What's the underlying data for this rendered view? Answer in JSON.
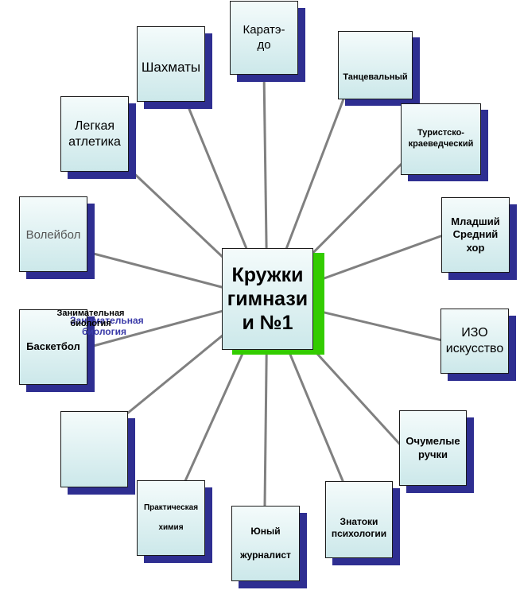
{
  "center": {
    "label": "Кружки\nгимнази\nи №1"
  },
  "nodes": [
    {
      "id": "karate",
      "label": "Каратэ-\nдо"
    },
    {
      "id": "dance",
      "label": "Танцевальный"
    },
    {
      "id": "tourist",
      "label": "Туристско-\nкраеведческий"
    },
    {
      "id": "choir",
      "label": "Младший\nСредний\nхор"
    },
    {
      "id": "art",
      "label": "ИЗО\nискусство"
    },
    {
      "id": "crafts",
      "label": "Очумелые\nручки"
    },
    {
      "id": "psychology",
      "label": "Знатоки\nпсихологии"
    },
    {
      "id": "journalist",
      "label": "Юный\n\nжурналист"
    },
    {
      "id": "chemistry",
      "label": "Практическая\n\nхимия"
    },
    {
      "id": "empty",
      "label": ""
    },
    {
      "id": "basketball",
      "label": "Баскетбол"
    },
    {
      "id": "volleyball",
      "label": "Волейбол"
    },
    {
      "id": "athletics",
      "label": "Легкая\nатлетика"
    },
    {
      "id": "chess",
      "label": "Шахматы"
    }
  ],
  "overlay_text": {
    "black": "Занимательная\nбиология",
    "blue": "Занимательная\nбиология"
  },
  "colors": {
    "box_top": "#f4fbfb",
    "box_bottom": "#cce8ea",
    "shadow": "#2e2e91",
    "center_shadow": "#33cc00",
    "connector": "#808080",
    "overlay_blue": "#3a3aa8"
  }
}
